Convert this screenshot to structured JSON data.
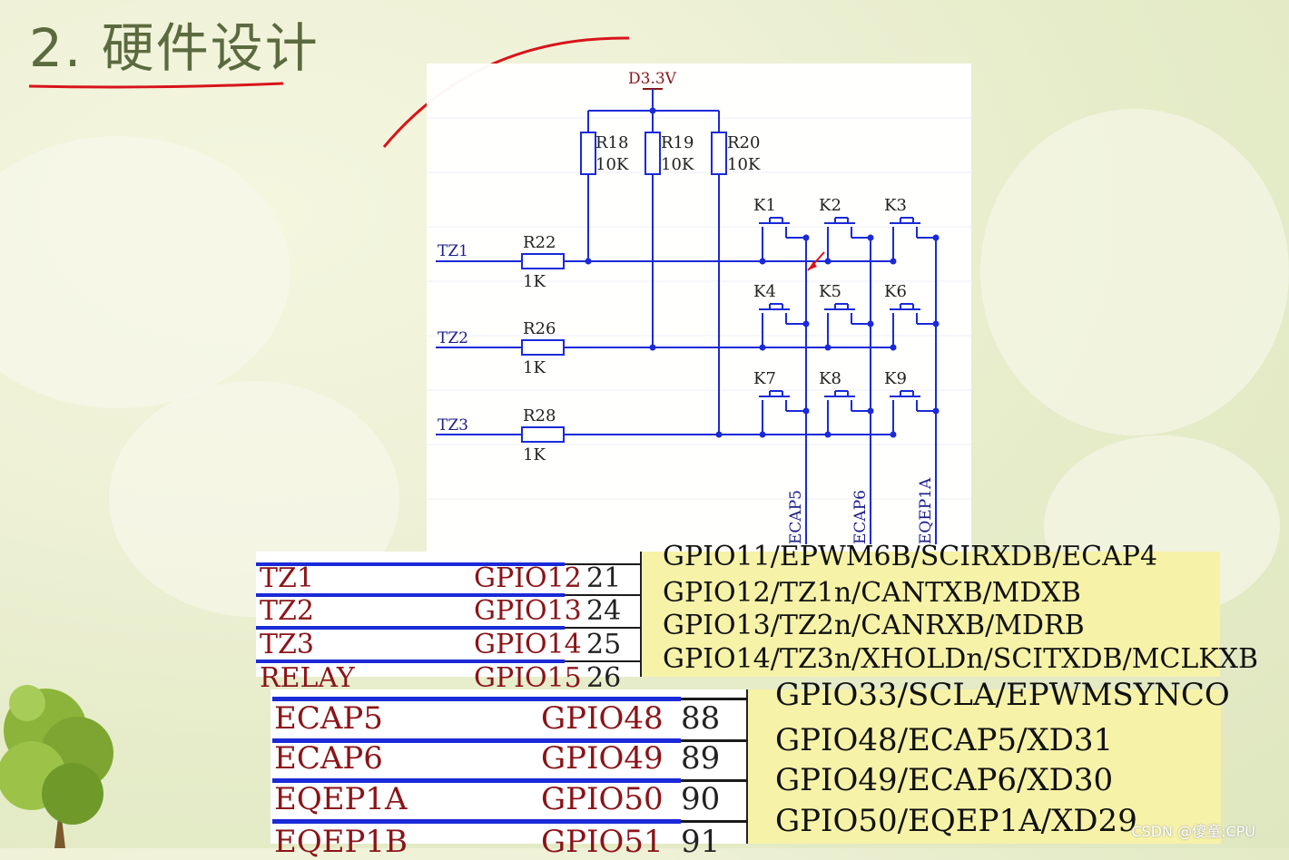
{
  "title": "2. 硬件设计",
  "schematic": {
    "power_label": "D3.3V",
    "pullups": [
      {
        "ref": "R18",
        "value": "10K"
      },
      {
        "ref": "R19",
        "value": "10K"
      },
      {
        "ref": "R20",
        "value": "10K"
      }
    ],
    "rows": [
      {
        "net": "TZ1",
        "ref": "R22",
        "value": "1K"
      },
      {
        "net": "TZ2",
        "ref": "R26",
        "value": "1K"
      },
      {
        "net": "TZ3",
        "ref": "R28",
        "value": "1K"
      }
    ],
    "keys": [
      "K1",
      "K2",
      "K3",
      "K4",
      "K5",
      "K6",
      "K7",
      "K8",
      "K9"
    ],
    "columns": [
      "ECAP5",
      "ECAP6",
      "EQEP1A"
    ]
  },
  "pin_table_1": {
    "rows": [
      {
        "sig": "TZ1",
        "gpio": "GPIO12",
        "num": "21",
        "func": "GPIO12/TZ1n/CANTXB/MDXB"
      },
      {
        "sig": "TZ2",
        "gpio": "GPIO13",
        "num": "24",
        "func": "GPIO13/TZ2n/CANRXB/MDRB"
      },
      {
        "sig": "TZ3",
        "gpio": "GPIO14",
        "num": "25",
        "func": "GPIO14/TZ3n/XHOLDn/SCITXDB/MCLKXB"
      }
    ],
    "partial_top_func": "GPIO11/EPWM6B/SCIRXDB/ECAP4",
    "partial_bottom_sig": "RELAY",
    "partial_bottom_gpio": "GPIO15",
    "partial_bottom_num": "26"
  },
  "pin_table_2": {
    "rows": [
      {
        "sig": "ECAP5",
        "gpio": "GPIO48",
        "num": "88",
        "func": "GPIO48/ECAP5/XD31"
      },
      {
        "sig": "ECAP6",
        "gpio": "GPIO49",
        "num": "89",
        "func": "GPIO49/ECAP6/XD30"
      },
      {
        "sig": "EQEP1A",
        "gpio": "GPIO50",
        "num": "90",
        "func": "GPIO50/EQEP1A/XD29"
      }
    ],
    "partial_top_func": "GPIO33/SCLA/EPWMSYNCO",
    "partial_bottom_sig": "EQEP1B",
    "partial_bottom_gpio": "GPIO51",
    "partial_bottom_num": "91"
  },
  "watermark": "CSDN @傻童:CPU",
  "colors": {
    "wire": "#1a2ad8",
    "annotation": "#d8141a",
    "signal_text": "#8a1418",
    "highlight": "#f6f2a8"
  }
}
